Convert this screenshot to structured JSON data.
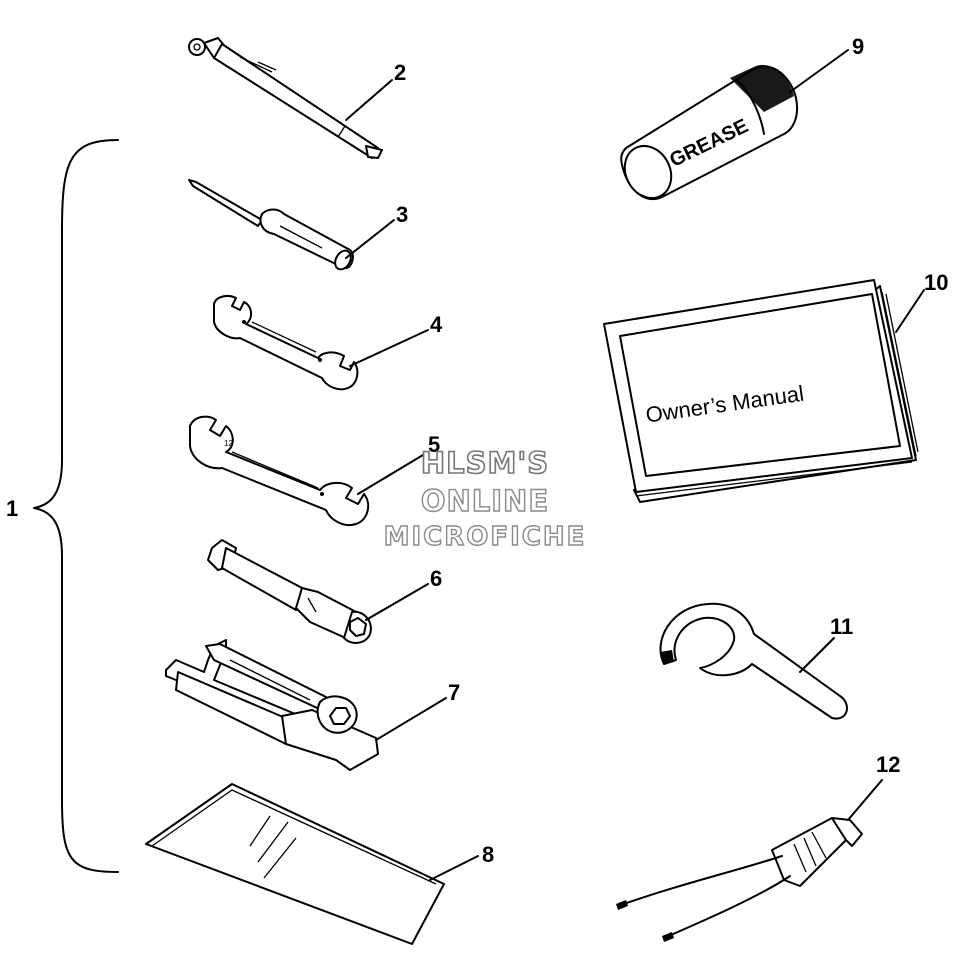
{
  "diagram": {
    "callouts": [
      "1",
      "2",
      "3",
      "4",
      "5",
      "6",
      "7",
      "8",
      "9",
      "10",
      "11",
      "12"
    ],
    "item_labels": {
      "grease": "GREASE",
      "manual": "Owner’s Manual"
    },
    "watermark": [
      "HLSM'S",
      "ONLINE",
      "MICROFICHE"
    ]
  }
}
